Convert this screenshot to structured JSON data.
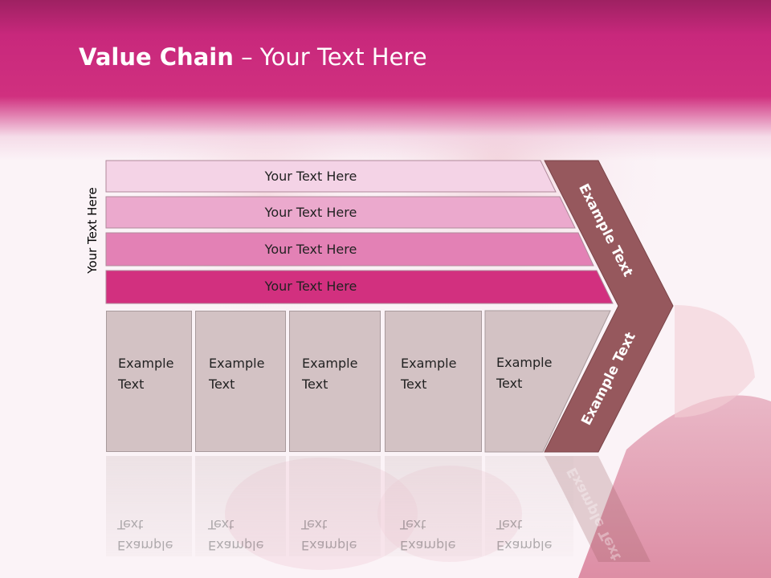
{
  "title": {
    "bold": "Value Chain",
    "rest": " – Your Text Here"
  },
  "side_label": "Your Text Here",
  "bars": [
    {
      "label": "Your Text Here",
      "color": "#f4d3e6"
    },
    {
      "label": "Your Text Here",
      "color": "#eba9cd"
    },
    {
      "label": "Your Text Here",
      "color": "#e381b5"
    },
    {
      "label": "Your Text Here",
      "color": "#d2307f"
    }
  ],
  "cells": [
    {
      "line1": "Example",
      "line2": "Text"
    },
    {
      "line1": "Example",
      "line2": "Text"
    },
    {
      "line1": "Example",
      "line2": "Text"
    },
    {
      "line1": "Example",
      "line2": "Text"
    },
    {
      "line1": "Example",
      "line2": "Text"
    }
  ],
  "chevron": {
    "upper": "Example Text",
    "lower": "Example Text",
    "color": "#96585d"
  }
}
